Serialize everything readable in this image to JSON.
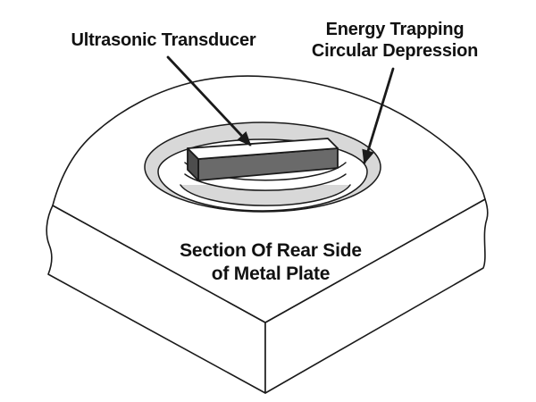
{
  "diagram": {
    "callouts": {
      "transducer": "Ultrasonic Transducer",
      "depression_line1": "Energy Trapping",
      "depression_line2": "Circular Depression"
    },
    "plate_caption": {
      "line1": "Section Of Rear Side",
      "line2": "of Metal Plate"
    },
    "colors": {
      "background": "#ffffff",
      "line": "#1a1a1a",
      "depression_ring": "#d8d8d8",
      "mesa_side": "#d8d8d8",
      "depression_floor": "#ffffff",
      "transducer_top": "#ffffff",
      "transducer_front": "#6a6a6a",
      "transducer_end": "#4d4d4d"
    }
  }
}
